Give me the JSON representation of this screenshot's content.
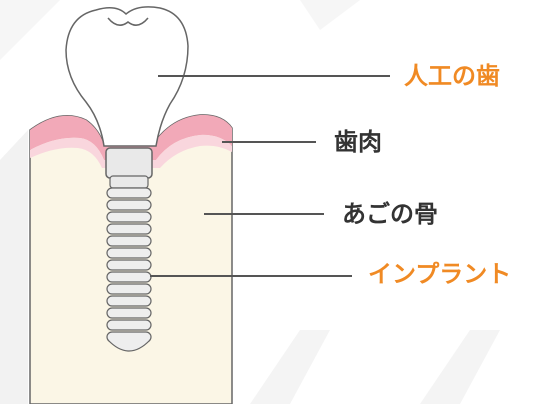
{
  "diagram": {
    "labels": {
      "artificial_tooth": "人工の歯",
      "gum": "歯肉",
      "jaw_bone": "あごの骨",
      "implant": "インプラント"
    },
    "colors": {
      "accent_label": "#f08a24",
      "plain_label": "#333333",
      "gum": "#f2a9b8",
      "gum_light": "#f9d6dd",
      "bone": "#fbf6e6",
      "outline": "#666666",
      "tooth": "#ffffff",
      "implant_metal": "#e9e9e9",
      "background_stripe": "#f2f2f2"
    }
  }
}
